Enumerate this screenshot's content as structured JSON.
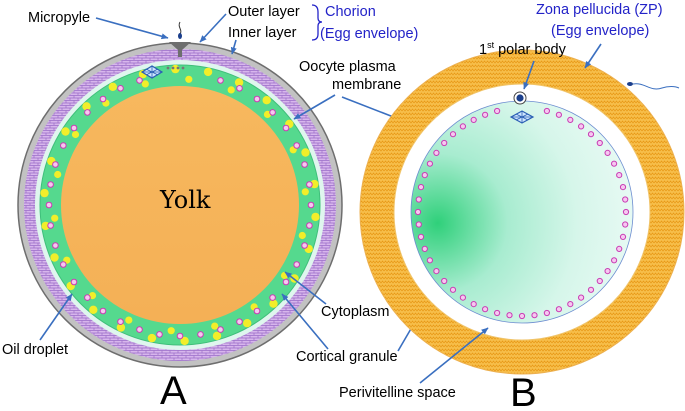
{
  "panel_a": {
    "letter": "A",
    "labels": {
      "micropyle": "Micropyle",
      "outer_layer": "Outer layer",
      "inner_layer": "Inner layer",
      "chorion": "Chorion",
      "egg_envelope": "(Egg envelope)",
      "yolk": "Yolk",
      "oocyte_membrane_1": "Oocyte plasma",
      "oocyte_membrane_2": "membrane",
      "cytoplasm": "Cytoplasm",
      "cortical_granule": "Cortical granule",
      "oil_droplet": "Oil droplet"
    }
  },
  "panel_b": {
    "letter": "B",
    "labels": {
      "zona_pellucida": "Zona pellucida (ZP)",
      "egg_envelope": "(Egg envelope)",
      "polar_body_num": "1",
      "polar_body_sup": "st",
      "polar_body_rest": " polar body",
      "perivitelline_space": "Perivitelline space"
    }
  },
  "colors": {
    "blue_text": "#2323c8",
    "arrow": "#3a6fc0",
    "chorion_outer": "#8a8a8a",
    "inner_layer": "#c8a8e0",
    "cytoplasm_green": "#4fd98a",
    "yolk": "#f5b45a",
    "oil_droplet": "#f2ee2a",
    "cortical_granule": "#c93cb4",
    "zona_pellucida": "#f4b53c"
  },
  "icons": [
    "spindle-icon",
    "sperm-icon",
    "micropyle-funnel-icon"
  ]
}
